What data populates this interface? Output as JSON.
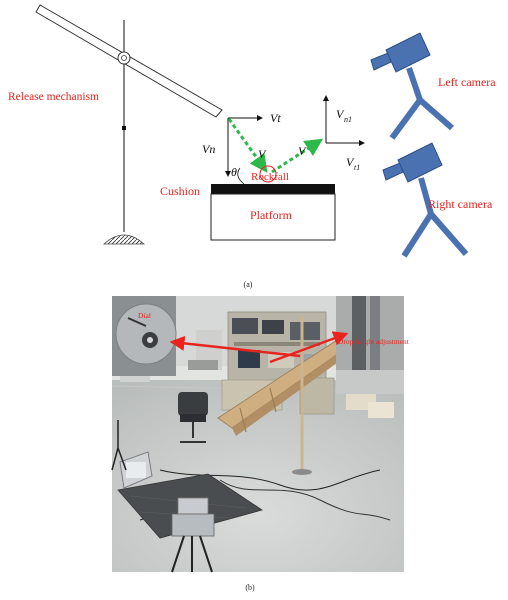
{
  "top": {
    "release_mechanism": "Release mechanism",
    "cushion": "Cushion",
    "platform": "Platform",
    "rockfall": "Rockfall",
    "left_camera": "Left camera",
    "right_camera": "Right camera",
    "vt": "Vt",
    "vn": "Vn",
    "v": "V",
    "v2": "V",
    "theta": "θ",
    "vn1_main": "V",
    "vn1_sub": "n1",
    "vt1_main": "V",
    "vt1_sub": "t1",
    "caption": "(a)"
  },
  "bottom": {
    "dial": "Dial",
    "drop_height": "Drop height adjustment",
    "caption": "(b)"
  },
  "colors": {
    "text_red": "#e8241f",
    "camera_blue": "#4a72b0",
    "camera_stroke": "#2e4f86",
    "trajectory_green": "#2db84a",
    "cushion_black": "#111111"
  },
  "icons": [
    "camera-icon",
    "tripod-icon",
    "rockfall-circle"
  ]
}
